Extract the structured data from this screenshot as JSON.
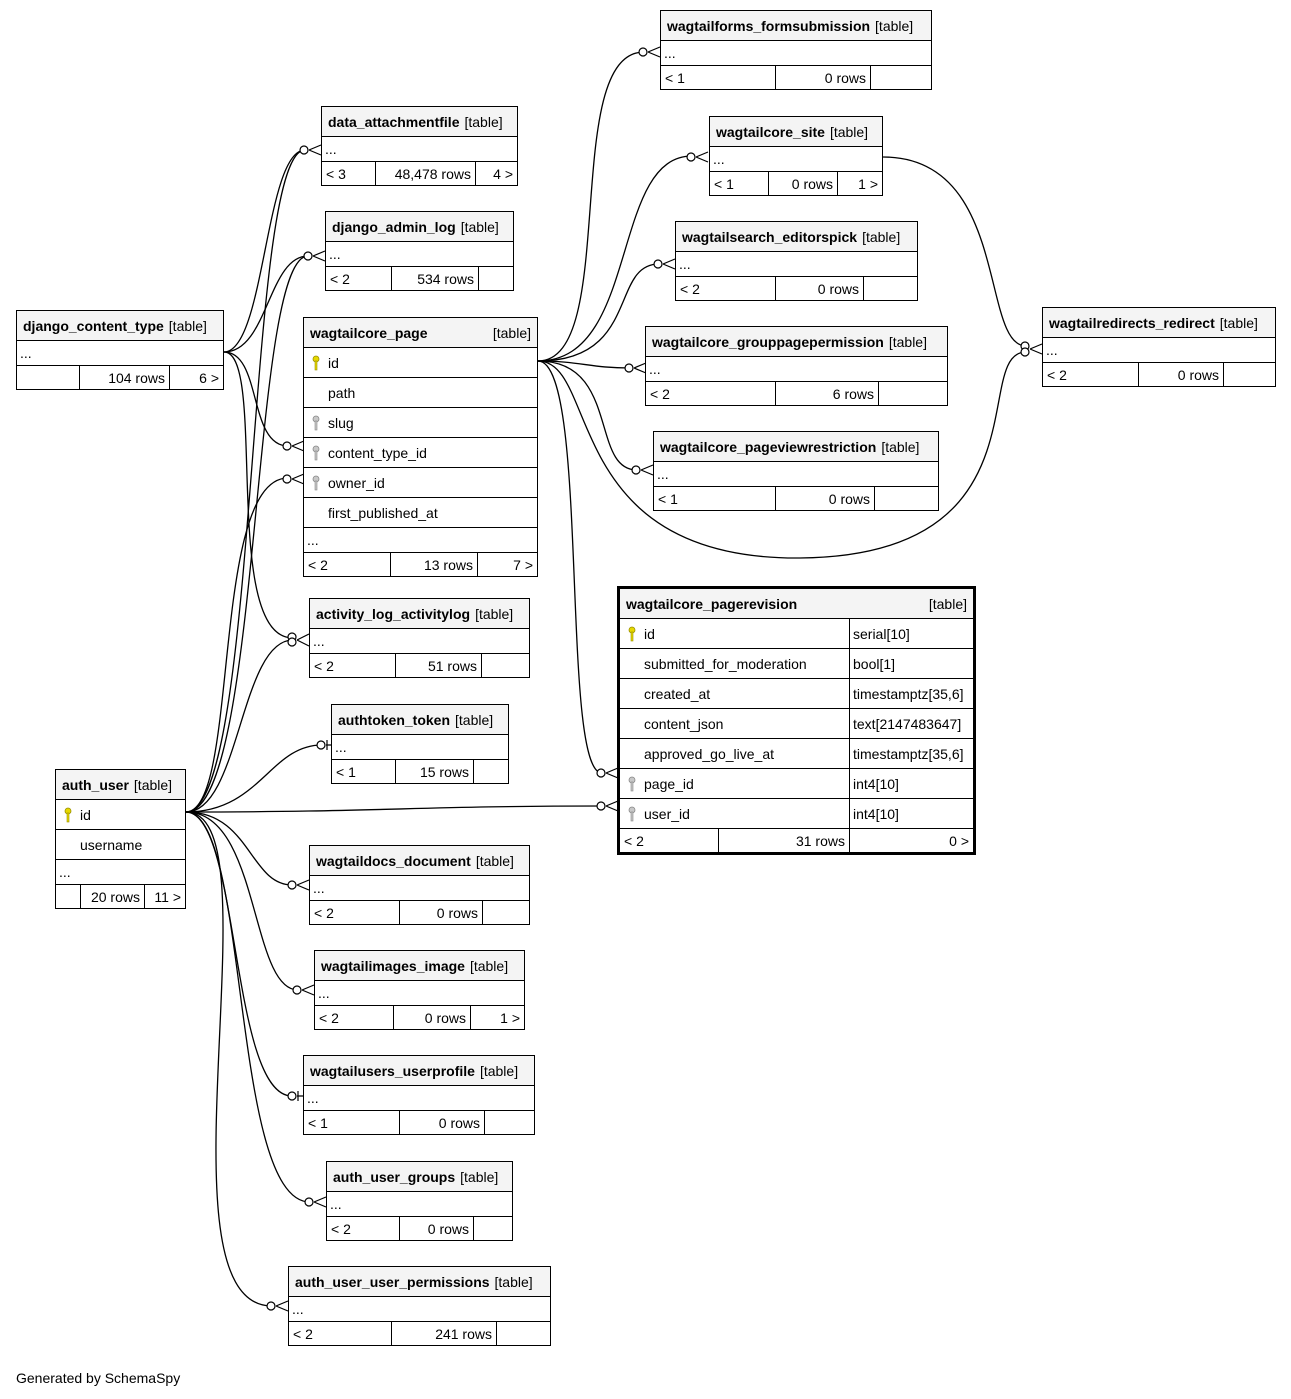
{
  "caption": "Generated by SchemaSpy",
  "type_label": "[table]",
  "ellipsis": "...",
  "key_colors": {
    "primary": "#e6d800",
    "foreign": "#b8b8b8"
  },
  "tables": {
    "django_content_type": {
      "name": "django_content_type",
      "left": "",
      "rows": "104 rows",
      "right": "6 >"
    },
    "auth_user": {
      "name": "auth_user",
      "left": "",
      "rows": "20 rows",
      "right": "11 >",
      "columns": [
        {
          "name": "id",
          "key": "primary"
        },
        {
          "name": "username",
          "key": ""
        }
      ]
    },
    "data_attachmentfile": {
      "name": "data_attachmentfile",
      "left": "< 3",
      "rows": "48,478 rows",
      "right": "4 >"
    },
    "django_admin_log": {
      "name": "django_admin_log",
      "left": "< 2",
      "rows": "534 rows",
      "right": ""
    },
    "wagtailcore_page": {
      "name": "wagtailcore_page",
      "left": "< 2",
      "rows": "13 rows",
      "right": "7 >",
      "columns": [
        {
          "name": "id",
          "key": "primary"
        },
        {
          "name": "path",
          "key": ""
        },
        {
          "name": "slug",
          "key": "foreign"
        },
        {
          "name": "content_type_id",
          "key": "foreign"
        },
        {
          "name": "owner_id",
          "key": "foreign"
        },
        {
          "name": "first_published_at",
          "key": ""
        }
      ]
    },
    "activity_log_activitylog": {
      "name": "activity_log_activitylog",
      "left": "< 2",
      "rows": "51 rows",
      "right": ""
    },
    "authtoken_token": {
      "name": "authtoken_token",
      "left": "< 1",
      "rows": "15 rows",
      "right": ""
    },
    "wagtaildocs_document": {
      "name": "wagtaildocs_document",
      "left": "< 2",
      "rows": "0 rows",
      "right": ""
    },
    "wagtailimages_image": {
      "name": "wagtailimages_image",
      "left": "< 2",
      "rows": "0 rows",
      "right": "1 >"
    },
    "wagtailusers_userprofile": {
      "name": "wagtailusers_userprofile",
      "left": "< 1",
      "rows": "0 rows",
      "right": ""
    },
    "auth_user_groups": {
      "name": "auth_user_groups",
      "left": "< 2",
      "rows": "0 rows",
      "right": ""
    },
    "auth_user_user_permissions": {
      "name": "auth_user_user_permissions",
      "left": "< 2",
      "rows": "241 rows",
      "right": ""
    },
    "wagtailforms_formsubmission": {
      "name": "wagtailforms_formsubmission",
      "left": "< 1",
      "rows": "0 rows",
      "right": ""
    },
    "wagtailcore_site": {
      "name": "wagtailcore_site",
      "left": "< 1",
      "rows": "0 rows",
      "right": "1 >"
    },
    "wagtailsearch_editorspick": {
      "name": "wagtailsearch_editorspick",
      "left": "< 2",
      "rows": "0 rows",
      "right": ""
    },
    "wagtailcore_grouppagepermission": {
      "name": "wagtailcore_grouppagepermission",
      "left": "< 2",
      "rows": "6 rows",
      "right": ""
    },
    "wagtailcore_pageviewrestriction": {
      "name": "wagtailcore_pageviewrestriction",
      "left": "< 1",
      "rows": "0 rows",
      "right": ""
    },
    "wagtailredirects_redirect": {
      "name": "wagtailredirects_redirect",
      "left": "< 2",
      "rows": "0 rows",
      "right": ""
    },
    "wagtailcore_pagerevision": {
      "name": "wagtailcore_pagerevision",
      "left": "< 2",
      "rows": "31 rows",
      "right": "0 >",
      "columns": [
        {
          "name": "id",
          "type": "serial[10]",
          "key": "primary"
        },
        {
          "name": "submitted_for_moderation",
          "type": "bool[1]",
          "key": ""
        },
        {
          "name": "created_at",
          "type": "timestamptz[35,6]",
          "key": ""
        },
        {
          "name": "content_json",
          "type": "text[2147483647]",
          "key": ""
        },
        {
          "name": "approved_go_live_at",
          "type": "timestamptz[35,6]",
          "key": ""
        },
        {
          "name": "page_id",
          "type": "int4[10]",
          "key": "foreign"
        },
        {
          "name": "user_id",
          "type": "int4[10]",
          "key": "foreign"
        }
      ]
    }
  }
}
